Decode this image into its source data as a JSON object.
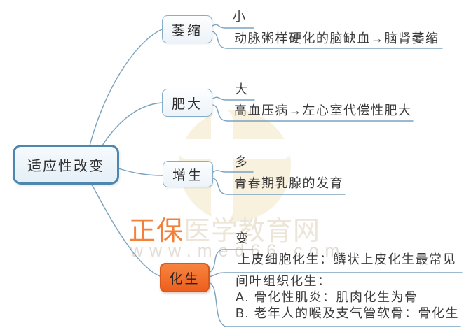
{
  "diagram": {
    "type": "mindmap",
    "root": {
      "label": "适应性改变"
    },
    "branches": [
      {
        "label": "萎缩",
        "leaves": [
          "小",
          "动脉粥样硬化的脑缺血→脑肾萎缩"
        ]
      },
      {
        "label": "肥大",
        "leaves": [
          "大",
          "高血压病→左心室代偿性肥大"
        ]
      },
      {
        "label": "增生",
        "leaves": [
          "多",
          "青春期乳腺的发育"
        ]
      },
      {
        "label": "化生",
        "leaves": [
          "变",
          "上皮细胞化生：鳞状上皮化生最常见",
          "间叶组织化生：\nA. 骨化性肌炎：肌肉化生为骨\nB. 老年人的喉及支气管软骨：骨化生"
        ]
      }
    ]
  },
  "watermark": {
    "brand_highlight": "正保",
    "brand_rest": "医学教育网",
    "url": "www.med66.com"
  },
  "colors": {
    "root_border": "#4e86ad",
    "root_fill": "#e9f2f9",
    "branch_border": "#86aecb",
    "branch_fill": "#f2f7fb",
    "metaplasia_fill": "#ee5f1d",
    "metaplasia_border": "#d8581c",
    "connector": "#7ba3bf",
    "text": "#3b3b3b",
    "watermark_orange": "#f37021",
    "watermark_gray": "#ece5d8",
    "logo_cream": "#f8f1dd"
  }
}
